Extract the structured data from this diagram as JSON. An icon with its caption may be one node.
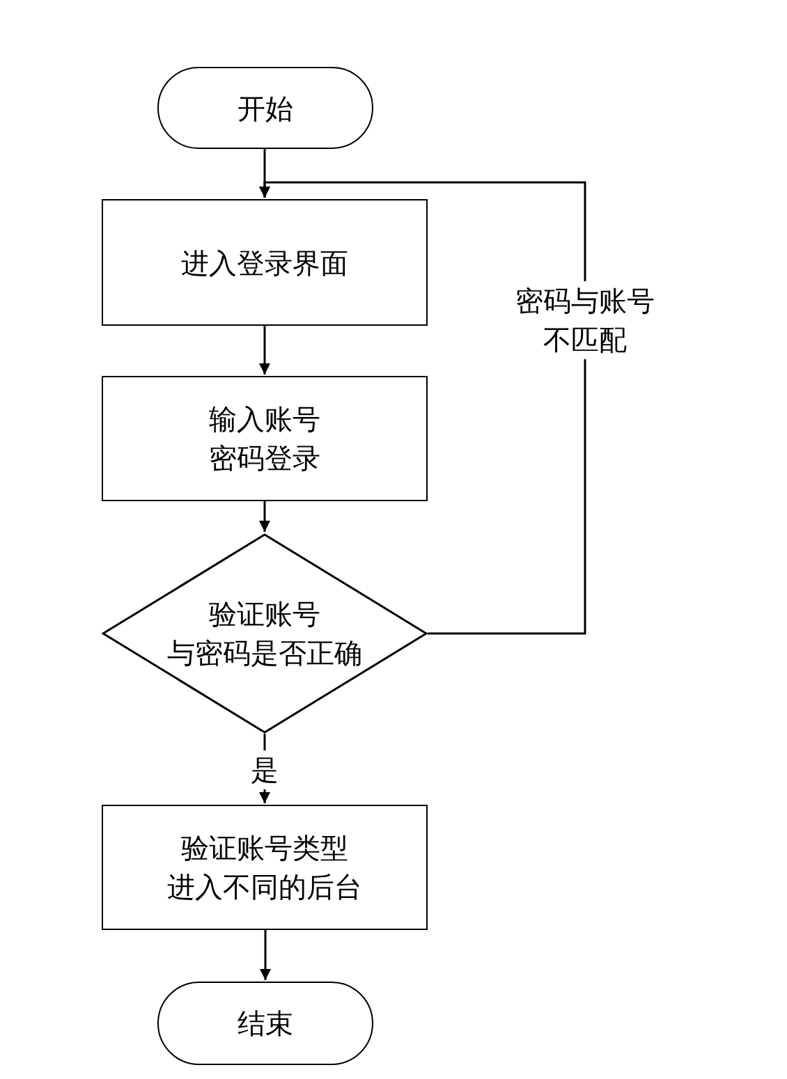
{
  "diagram": {
    "nodes": [
      {
        "text": [
          "开始"
        ]
      },
      {
        "text": [
          "进入登录界面"
        ]
      },
      {
        "text": [
          "输入账号密码登录"
        ]
      },
      {
        "text": [
          "验证账号与密码是否正确"
        ]
      },
      {
        "text": [
          "验证账号类型进入不同的后台"
        ]
      },
      {
        "text": [
          "结束"
        ]
      }
    ],
    "edges": [
      {
        "from": 0,
        "to": 1,
        "arrow": "to"
      },
      {
        "from": 1,
        "to": 2,
        "arrow": "to"
      },
      {
        "from": 2,
        "to": 3,
        "arrow": "to"
      },
      {
        "from": 3,
        "to": 4,
        "arrow": "to",
        "label": "是"
      },
      {
        "from": 4,
        "to": 5,
        "arrow": "to"
      },
      {
        "from": 3,
        "to": 1,
        "arrow": "to",
        "label": "密码与账号不匹配"
      }
    ]
  }
}
